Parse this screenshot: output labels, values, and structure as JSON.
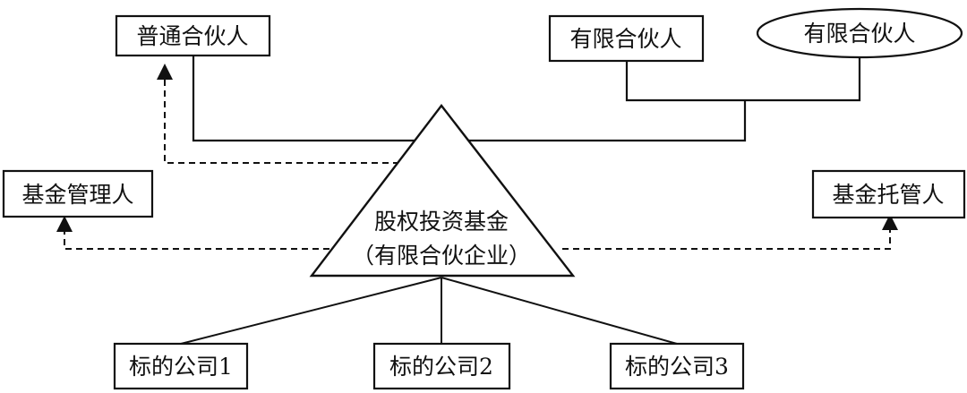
{
  "diagram": {
    "general_partner": "普通合伙人",
    "limited_partner_box": "有限合伙人",
    "limited_partner_ellipse": "有限合伙人",
    "fund_manager": "基金管理人",
    "fund_custodian": "基金托管人",
    "fund_title": "股权投资基金",
    "fund_subtitle": "（有限合伙企业）",
    "target_company_1": "标的公司1",
    "target_company_2": "标的公司2",
    "target_company_3": "标的公司3"
  }
}
